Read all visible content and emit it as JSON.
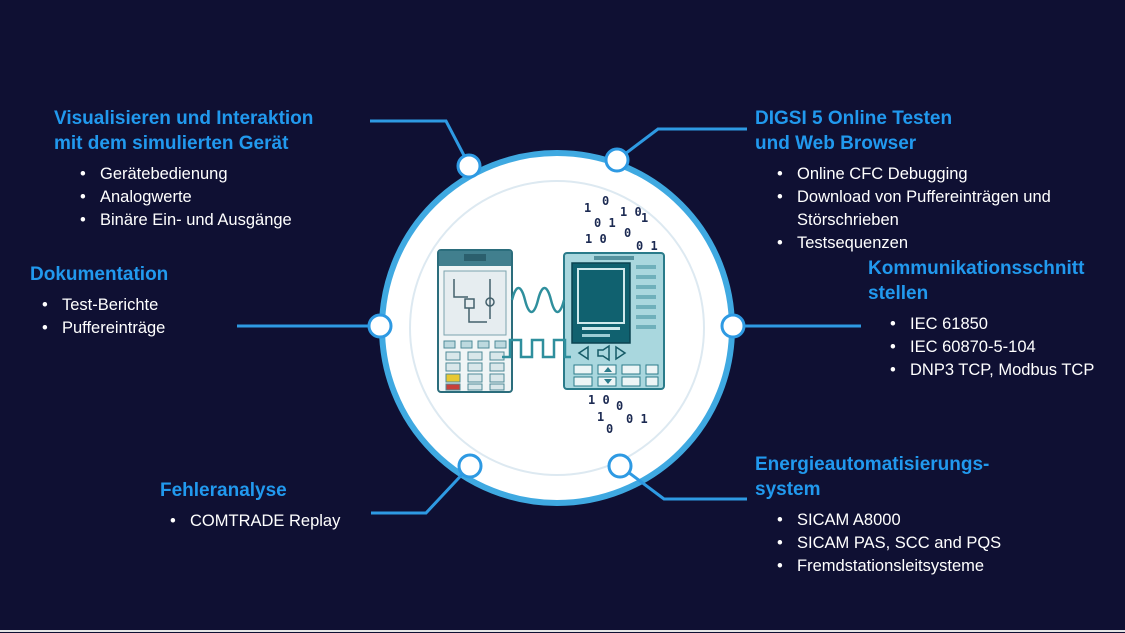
{
  "colors": {
    "background": "#0f1033",
    "heading_blue": "#2199ee",
    "connector_blue": "#2e9ae3",
    "ring_blue": "#3fa9e1",
    "body_text": "#ffffff",
    "device_teal_dark": "#10616f",
    "device_teal_light": "#a9d7de"
  },
  "sections": {
    "top_left": {
      "title_lines": [
        "Visualisieren und Interaktion",
        "mit dem simulierten Gerät"
      ],
      "bullets": [
        "Gerätebedienung",
        "Analogwerte",
        "Binäre Ein- und Ausgänge"
      ]
    },
    "top_right": {
      "title_lines": [
        "DIGSI 5 Online Testen",
        "und Web Browser"
      ],
      "bullets": [
        "Online CFC Debugging",
        "Download von Puffereinträgen und Störschrieben",
        "Testsequenzen"
      ]
    },
    "mid_left": {
      "title_lines": [
        "Dokumentation"
      ],
      "bullets": [
        "Test-Berichte",
        "Puffereinträge"
      ]
    },
    "mid_right": {
      "title_lines": [
        "Kommunikationsschnitt",
        "stellen"
      ],
      "bullets": [
        "IEC 61850",
        "IEC 60870-5-104",
        "DNP3 TCP, Modbus TCP"
      ]
    },
    "bottom_left": {
      "title_lines": [
        "Fehleranalyse"
      ],
      "bullets": [
        "COMTRADE Replay"
      ]
    },
    "bottom_right": {
      "title_lines": [
        "Energieautomatisierungs-",
        "system"
      ],
      "bullets": [
        "SICAM A8000",
        "SICAM PAS, SCC and PQS",
        "Fremdstationsleitsysteme"
      ]
    }
  },
  "center": {
    "binary_top": [
      "1",
      "0",
      "0 1",
      "1 0",
      "1 0",
      "0",
      "1",
      "0 1"
    ],
    "binary_bottom": [
      "1 0",
      "0",
      "1",
      "0 1",
      "0"
    ]
  }
}
